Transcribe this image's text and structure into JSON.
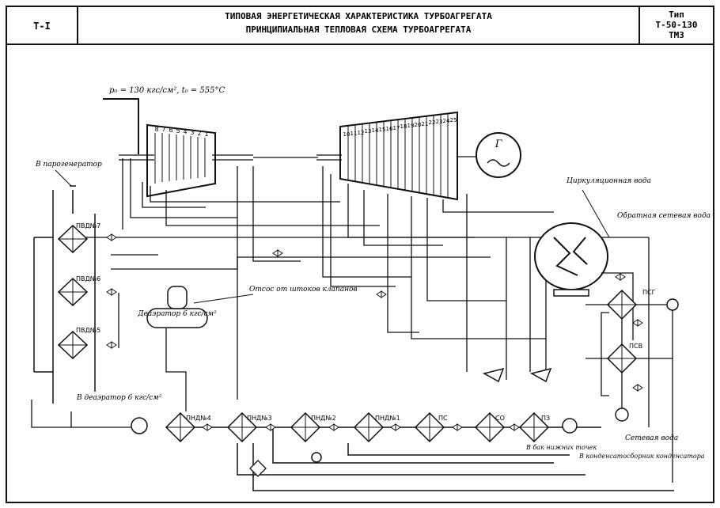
{
  "header": {
    "left_code": "Т-I",
    "title_line1": "ТИПОВАЯ ЭНЕРГЕТИЧЕСКАЯ ХАРАКТЕРИСТИКА ТУРБОАГРЕГАТА",
    "title_line2": "ПРИНЦИПИАЛЬНАЯ ТЕПЛОВАЯ СХЕМА ТУРБОАГРЕГАТА",
    "right_line1": "Тип",
    "right_line2": "Т-50-130",
    "right_line3": "ТМЗ"
  },
  "diagram": {
    "steam_params": "p₀ = 130 кгс/см², t₀ = 555°C",
    "hp_stages": [
      "8",
      "7",
      "6",
      "5",
      "4",
      "3",
      "2",
      "1"
    ],
    "lp_stages": [
      "10",
      "11",
      "12",
      "13",
      "14",
      "15",
      "16",
      "17",
      "18",
      "19",
      "20",
      "21",
      "22",
      "23",
      "24",
      "25"
    ],
    "generator_label": "Г",
    "to_steam_generator": "В парогенератор",
    "hp_heaters": [
      "ПВД№7",
      "ПВД№6",
      "ПВД№5"
    ],
    "deaerator": "Деаэратор 6 кгс/см²",
    "valve_stem_suction": "Отсос от штоков клапанов",
    "to_deaerator": "В деаэратор 6 кгс/см²",
    "circulating_water": "Циркуляционная вода",
    "return_network_water": "Обратная сетевая вода",
    "network_heaters": [
      "ПСГ",
      "ПСВ"
    ],
    "lp_heaters": [
      "ПНД№4",
      "ПНД№3",
      "ПНД№2",
      "ПНД№1"
    ],
    "other_heaters": [
      "ПС",
      "СО",
      "ПЗ"
    ],
    "to_low_points_tank": "В бак нижних точек",
    "to_condensate_collector": "В конденсатосборник конденсатора",
    "network_water": "Сетевая вода"
  }
}
